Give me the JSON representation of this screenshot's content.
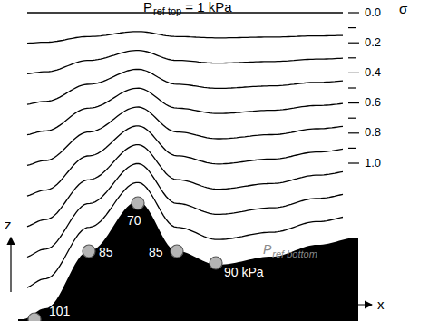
{
  "diagram": {
    "labels": [
      "P",
      "ref top",
      "= 1 kPa",
      "σ",
      "0.0",
      "0.2",
      "0.4",
      "0.6",
      "0.8",
      "1.0",
      "z",
      "x",
      "85",
      "70",
      "85",
      "101",
      "90 kPa",
      "P",
      "ref bottom"
    ]
  }
}
